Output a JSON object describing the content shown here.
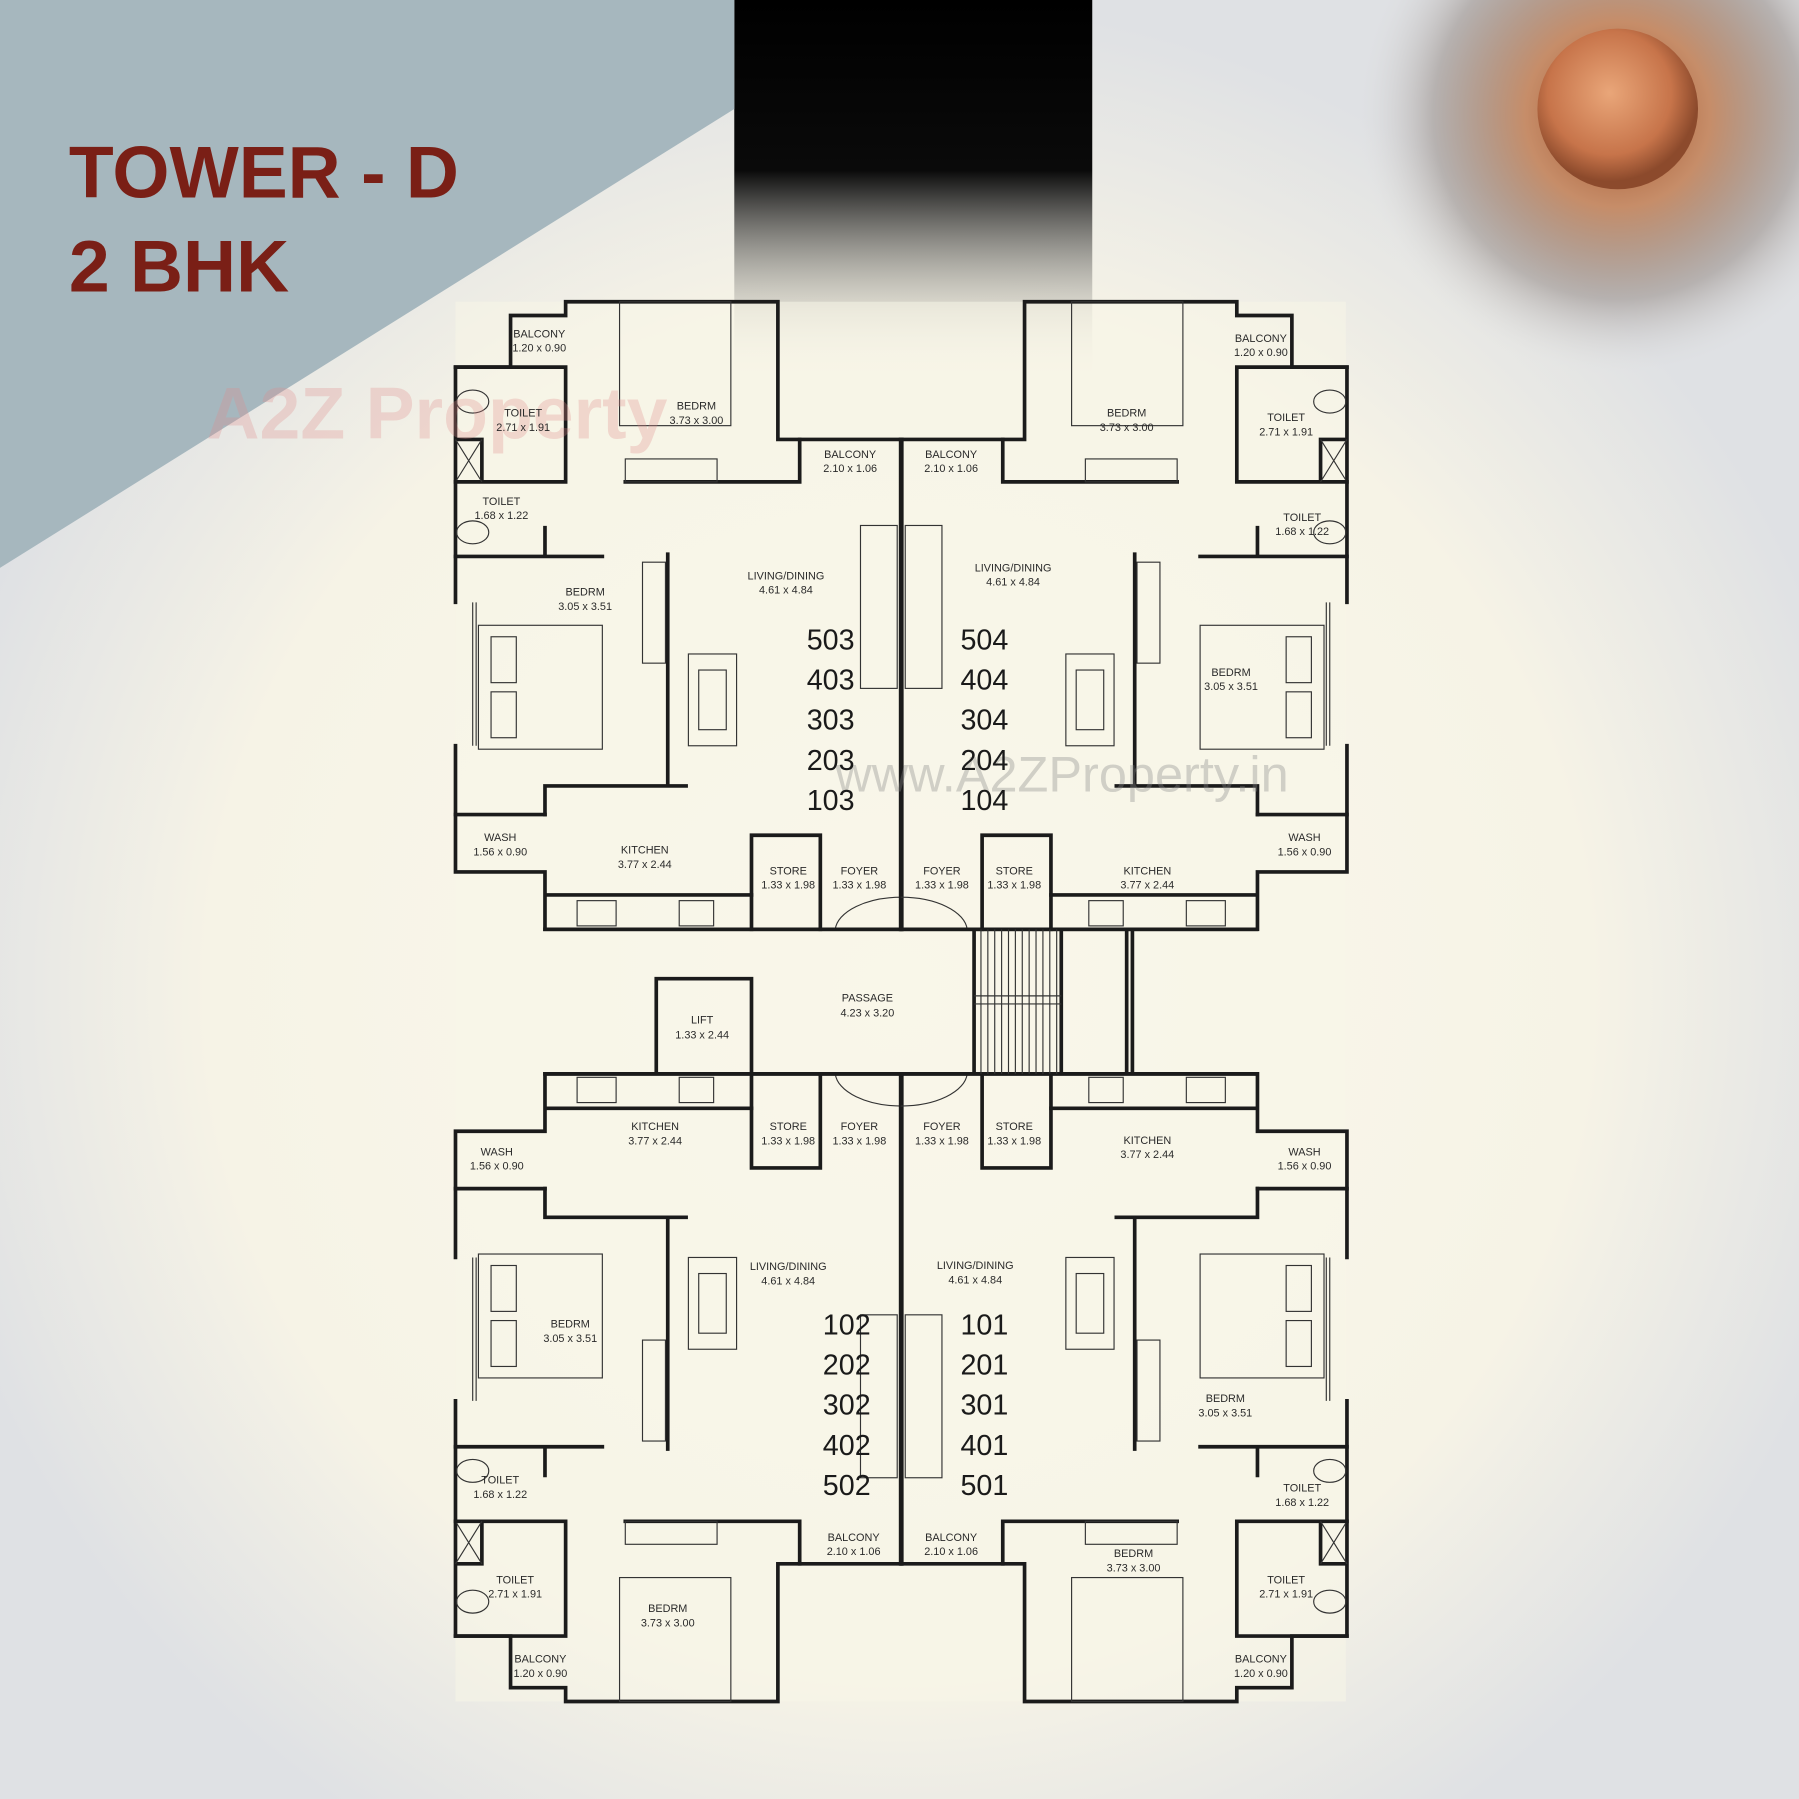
{
  "header": {
    "title_line1": "TOWER - D",
    "title_line2": "2 BHK"
  },
  "colors": {
    "title": "#7a1f16",
    "plan_bg": "#f8f5e8",
    "corner_panel": "#a6b7be",
    "walls": "#1b1b1b"
  },
  "watermarks": {
    "logo": "A2Z Property",
    "url": "www.A2ZProperty.in"
  },
  "common": {
    "passage": {
      "name": "PASSAGE",
      "size": "4.23 x 3.20"
    },
    "lift": {
      "name": "LIFT",
      "size": "1.33 x 2.44"
    }
  },
  "units": [
    {
      "flats": [
        "503",
        "403",
        "303",
        "203",
        "103"
      ],
      "rooms": [
        {
          "name": "BALCONY",
          "size": "1.20 x 0.90"
        },
        {
          "name": "TOILET",
          "size": "2.71 x 1.91"
        },
        {
          "name": "BEDRM",
          "size": "3.73 x 3.00"
        },
        {
          "name": "BALCONY",
          "size": "2.10 x 1.06"
        },
        {
          "name": "TOILET",
          "size": "1.68 x 1.22"
        },
        {
          "name": "BEDRM",
          "size": "3.05 x 3.51"
        },
        {
          "name": "LIVING/DINING",
          "size": "4.61 x 4.84"
        },
        {
          "name": "WASH",
          "size": "1.56 x 0.90"
        },
        {
          "name": "KITCHEN",
          "size": "3.77 x 2.44"
        },
        {
          "name": "STORE",
          "size": "1.33 x 1.98"
        },
        {
          "name": "FOYER",
          "size": "1.33 x 1.98"
        }
      ]
    },
    {
      "flats": [
        "504",
        "404",
        "304",
        "204",
        "104"
      ],
      "rooms": [
        {
          "name": "BALCONY",
          "size": "1.20 x 0.90"
        },
        {
          "name": "TOILET",
          "size": "2.71 x 1.91"
        },
        {
          "name": "BEDRM",
          "size": "3.73 x 3.00"
        },
        {
          "name": "BALCONY",
          "size": "2.10 x 1.06"
        },
        {
          "name": "TOILET",
          "size": "1.68 x 1.22"
        },
        {
          "name": "BEDRM",
          "size": "3.05 x 3.51"
        },
        {
          "name": "LIVING/DINING",
          "size": "4.61 x 4.84"
        },
        {
          "name": "WASH",
          "size": "1.56 x 0.90"
        },
        {
          "name": "KITCHEN",
          "size": "3.77 x 2.44"
        },
        {
          "name": "STORE",
          "size": "1.33 x 1.98"
        },
        {
          "name": "FOYER",
          "size": "1.33 x 1.98"
        }
      ]
    },
    {
      "flats": [
        "102",
        "202",
        "302",
        "402",
        "502"
      ],
      "rooms": [
        {
          "name": "BALCONY",
          "size": "1.20 x 0.90"
        },
        {
          "name": "TOILET",
          "size": "2.71 x 1.91"
        },
        {
          "name": "BEDRM",
          "size": "3.73 x 3.00"
        },
        {
          "name": "BALCONY",
          "size": "2.10 x 1.06"
        },
        {
          "name": "TOILET",
          "size": "1.68 x 1.22"
        },
        {
          "name": "BEDRM",
          "size": "3.05 x 3.51"
        },
        {
          "name": "LIVING/DINING",
          "size": "4.61 x 4.84"
        },
        {
          "name": "WASH",
          "size": "1.56 x 0.90"
        },
        {
          "name": "KITCHEN",
          "size": "3.77 x 2.44"
        },
        {
          "name": "STORE",
          "size": "1.33 x 1.98"
        },
        {
          "name": "FOYER",
          "size": "1.33 x 1.98"
        }
      ]
    },
    {
      "flats": [
        "101",
        "201",
        "301",
        "401",
        "501"
      ],
      "rooms": [
        {
          "name": "BALCONY",
          "size": "1.20 x 0.90"
        },
        {
          "name": "TOILET",
          "size": "2.71 x 1.91"
        },
        {
          "name": "BEDRM",
          "size": "3.73 x 3.00"
        },
        {
          "name": "BALCONY",
          "size": "2.10 x 1.06"
        },
        {
          "name": "TOILET",
          "size": "1.68 x 1.22"
        },
        {
          "name": "BEDRM",
          "size": "3.05 x 3.51"
        },
        {
          "name": "LIVING/DINING",
          "size": "4.61 x 4.84"
        },
        {
          "name": "WASH",
          "size": "1.56 x 0.90"
        },
        {
          "name": "KITCHEN",
          "size": "3.77 x 2.44"
        },
        {
          "name": "STORE",
          "size": "1.33 x 1.98"
        },
        {
          "name": "FOYER",
          "size": "1.33 x 1.98"
        }
      ]
    }
  ]
}
